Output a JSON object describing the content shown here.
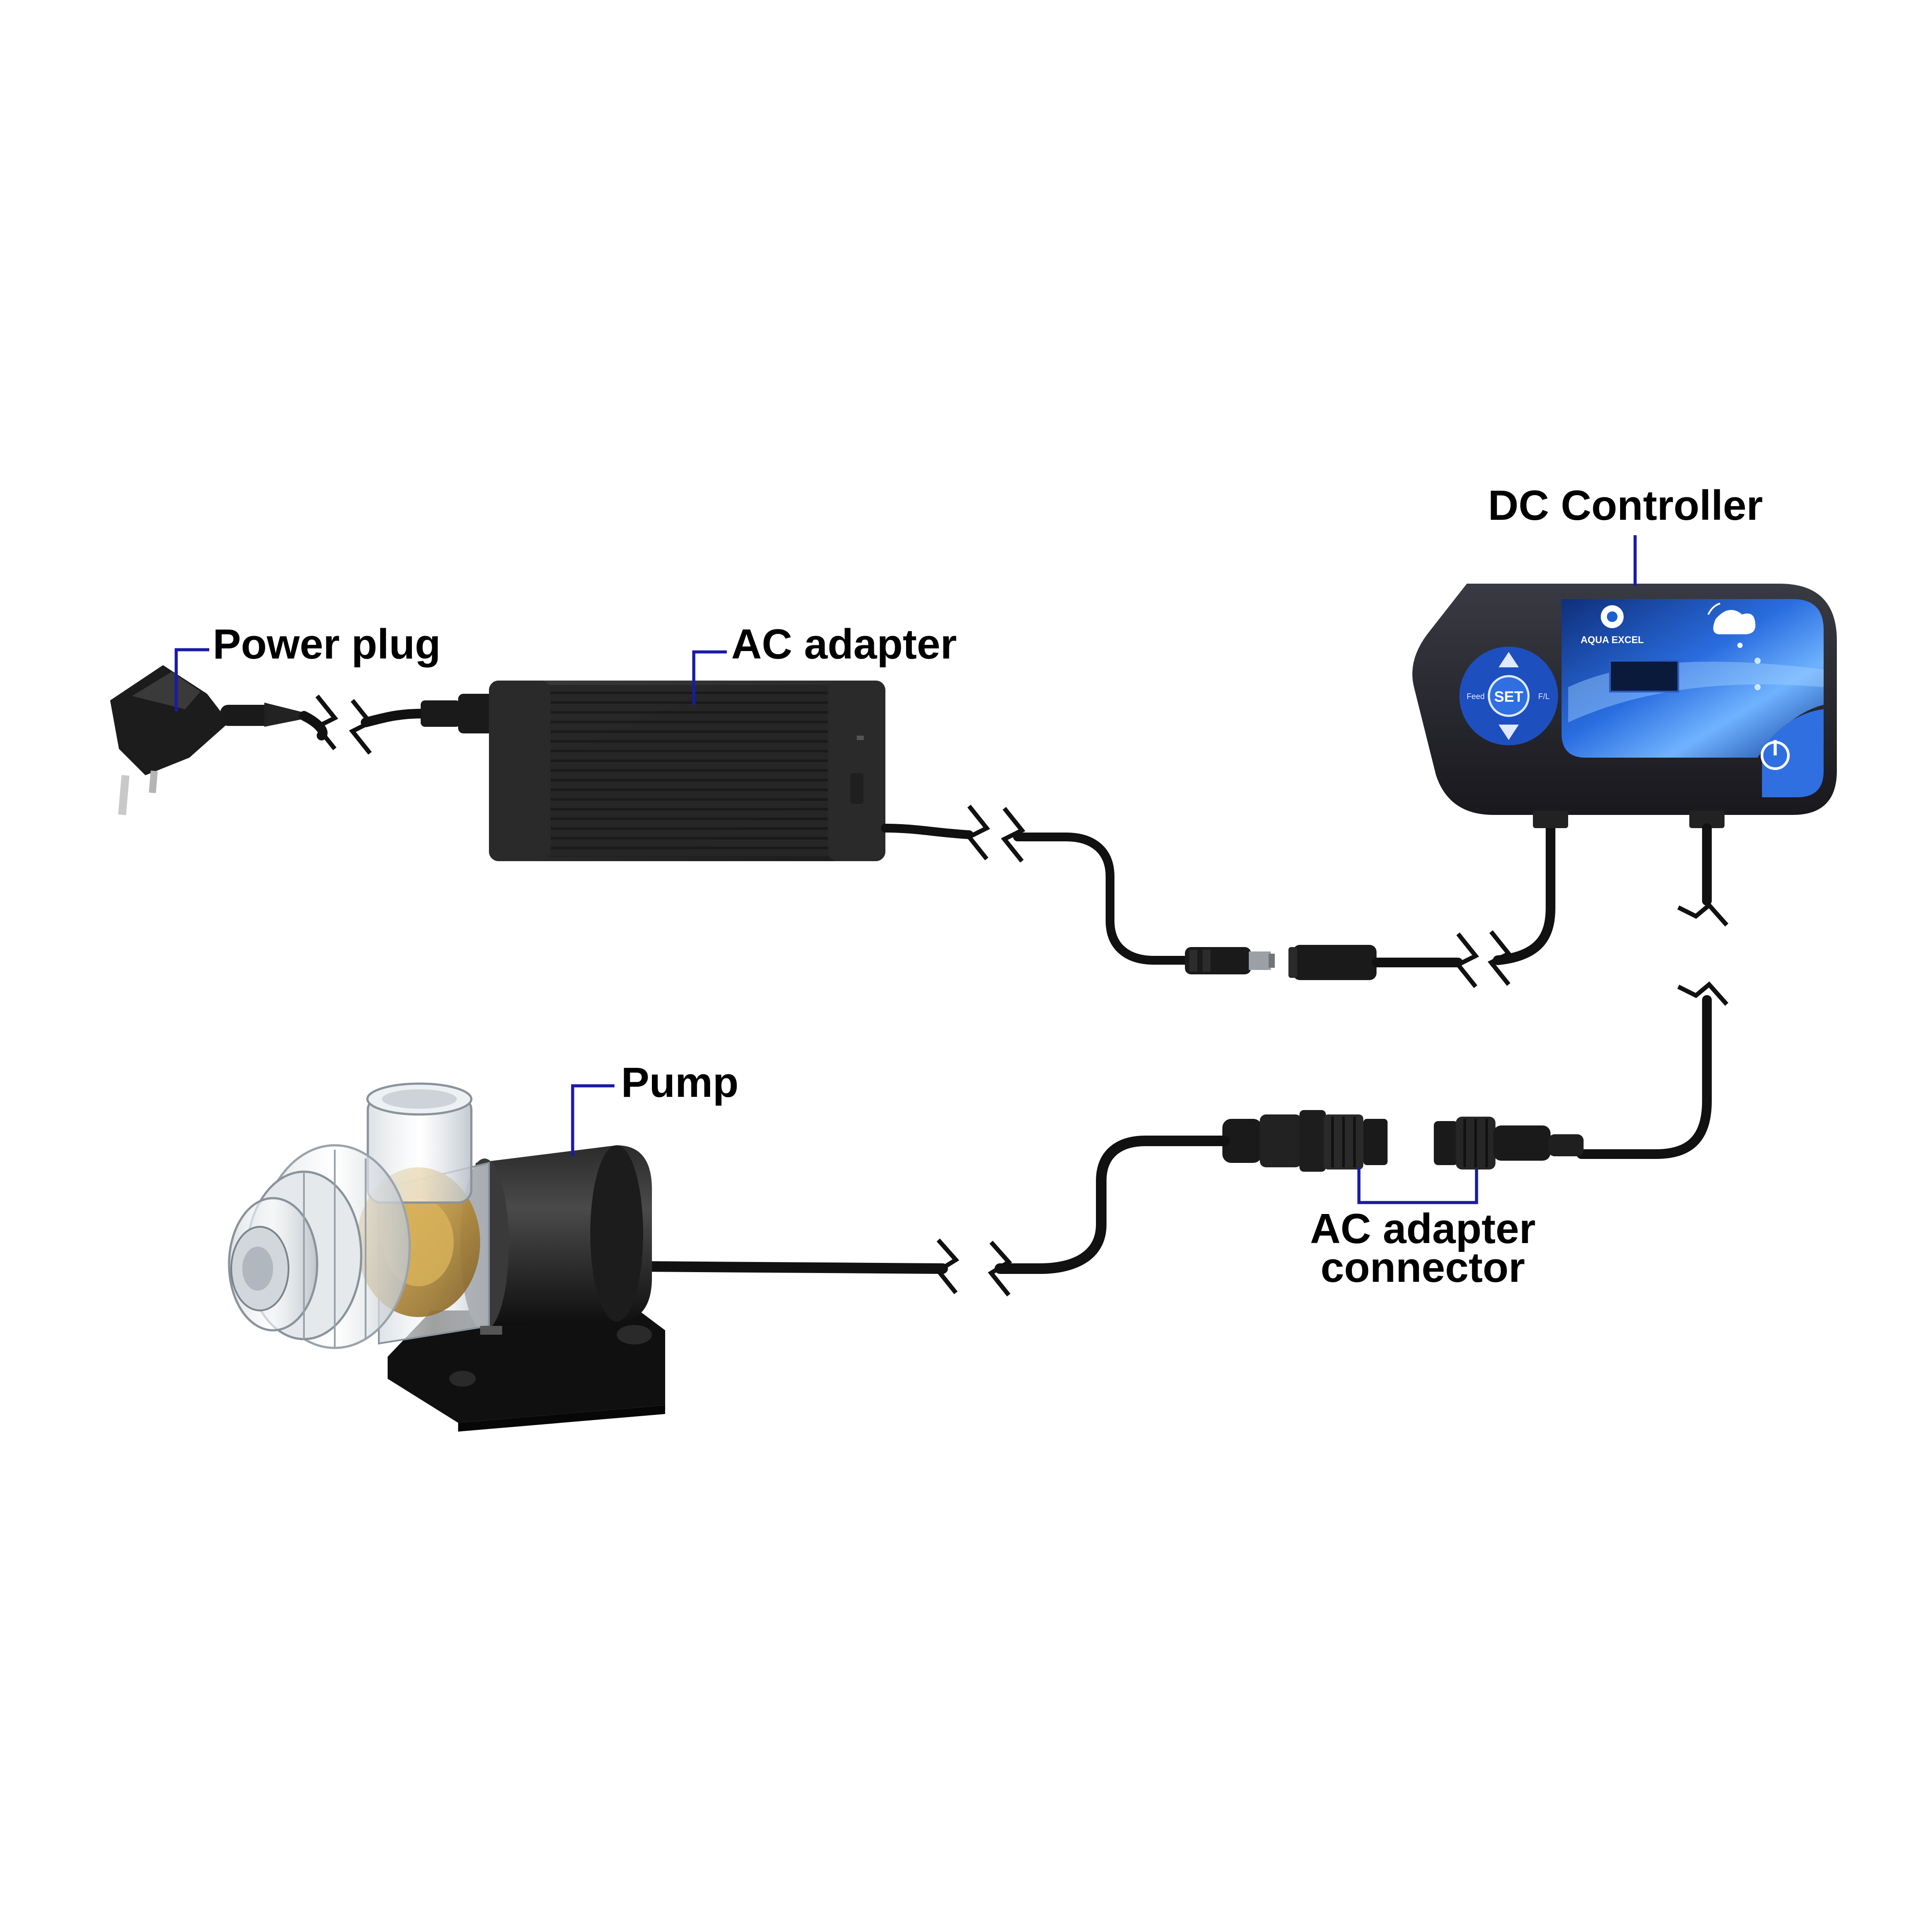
{
  "labels": {
    "power_plug": "Power plug",
    "ac_adapter": "AC adapter",
    "dc_controller": "DC Controller",
    "pump": "Pump",
    "ac_adapter_connector_line1": "AC adapter",
    "ac_adapter_connector_line2": "connector"
  },
  "controller": {
    "brand": "AQUA EXCEL",
    "set_label": "SET",
    "feed_label": "Feed",
    "fl_label": "F/L"
  },
  "colors": {
    "leader_line": "#1a1aa6",
    "cable": "#111111",
    "device_body": "#1f1f24",
    "controller_screen": "#1e5fd1",
    "controller_accent": "#2f6fe0",
    "pump_brass": "#c9a24a"
  },
  "icons": [
    "wifi-cloud-icon",
    "power-icon",
    "arrow-up-icon",
    "arrow-down-icon",
    "aqua-logo-icon",
    "break-mark-icon"
  ]
}
